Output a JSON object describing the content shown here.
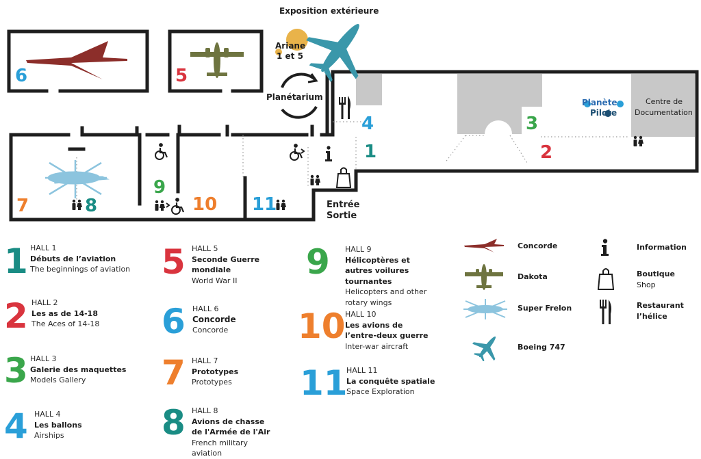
{
  "colors": {
    "wall": "#1e1e1e",
    "teal": "#1a8c84",
    "red": "#d9343e",
    "green": "#3aa64b",
    "blue": "#2a9fd8",
    "orange": "#ee7f2d",
    "navy": "#1d4f73",
    "concorde": "#8c2e2a",
    "dakota": "#6e7440",
    "superfrelon": "#8cc4de",
    "boeing": "#3a97aa",
    "ariane": "#e9b34a",
    "grey_block": "#c8c8c8"
  },
  "map": {
    "exterior_title": "Exposition extérieure",
    "ariane_label_line1": "Ariane",
    "ariane_label_line2": "1 et 5",
    "planetarium": "Planétarium",
    "entrance_line1": "Entrée",
    "entrance_line2": "Sortie",
    "planete_pilote_line1": "Planète",
    "planete_pilote_line2": "Pilote",
    "centre_doc_line1": "Centre de",
    "centre_doc_line2": "Documentation",
    "hall_numbers": [
      "1",
      "2",
      "3",
      "4",
      "5",
      "6",
      "7",
      "8",
      "9",
      "10",
      "11"
    ]
  },
  "legend": {
    "halls": [
      {
        "num": "1",
        "hall": "HALL 1",
        "fr": "Débuts de l’aviation",
        "en": "The beginnings of aviation",
        "color": "teal"
      },
      {
        "num": "2",
        "hall": "HALL 2",
        "fr": "Les as de 14-18",
        "en": "The Aces of 14-18",
        "color": "red"
      },
      {
        "num": "3",
        "hall": "HALL 3",
        "fr": "Galerie des maquettes",
        "en": "Models Gallery",
        "color": "green"
      },
      {
        "num": "4",
        "hall": "HALL 4",
        "fr": "Les ballons",
        "en": "Airships",
        "color": "blue"
      },
      {
        "num": "5",
        "hall": "HALL 5",
        "fr": "Seconde Guerre mondiale",
        "en": "World War II",
        "color": "red"
      },
      {
        "num": "6",
        "hall": "HALL 6",
        "fr": "Concorde",
        "en": "Concorde",
        "color": "blue"
      },
      {
        "num": "7",
        "hall": "HALL 7",
        "fr": "Prototypes",
        "en": "Prototypes",
        "color": "orange"
      },
      {
        "num": "8",
        "hall": "HALL 8",
        "fr": "Avions de chasse de l'Armée de l'Air",
        "en": "French military aviation",
        "color": "teal"
      },
      {
        "num": "9",
        "hall": "HALL 9",
        "fr": "Hélicoptères et autres voilures tournantes",
        "en": "Helicopters and other rotary wings",
        "color": "green"
      },
      {
        "num": "10",
        "hall": "HALL 10",
        "fr": "Les avions de l’entre-deux guerre",
        "en": "Inter-war aircraft",
        "color": "orange"
      },
      {
        "num": "11",
        "hall": "HALL 11",
        "fr": "La conquête spatiale",
        "en": "Space Exploration",
        "color": "blue"
      }
    ],
    "aircraft": [
      {
        "name": "Concorde",
        "icon": "concorde-icon"
      },
      {
        "name": "Dakota",
        "icon": "dakota-icon"
      },
      {
        "name": "Super Frelon",
        "icon": "super-frelon-icon"
      },
      {
        "name": "Boeing 747",
        "icon": "boeing-747-icon"
      }
    ],
    "services": [
      {
        "fr": "Information",
        "en": "",
        "icon": "information-icon"
      },
      {
        "fr": "Boutique",
        "en": "Shop",
        "icon": "shop-bag-icon"
      },
      {
        "fr": "Restaurant",
        "en": "l’hélice",
        "icon": "restaurant-icon"
      }
    ]
  }
}
